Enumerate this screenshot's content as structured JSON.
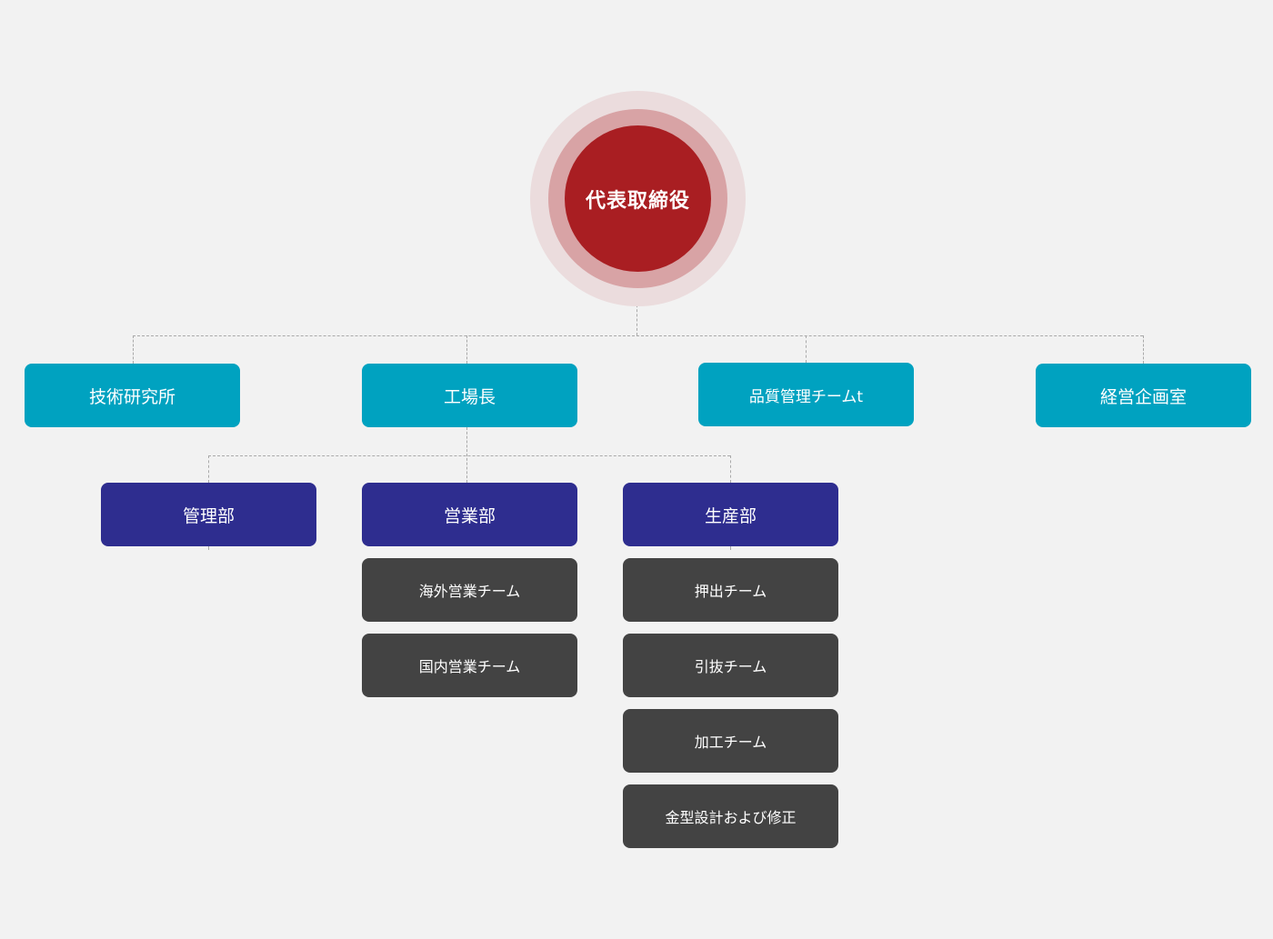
{
  "root": {
    "label": "代表取締役"
  },
  "level1": [
    {
      "label": "技術研究所"
    },
    {
      "label": "工場長"
    },
    {
      "label": "品質管理チームt"
    },
    {
      "label": "経営企画室"
    }
  ],
  "departments": [
    {
      "label": "管理部"
    },
    {
      "label": "営業部",
      "teams": [
        "海外営業チーム",
        "国内営業チーム"
      ]
    },
    {
      "label": "生産部",
      "teams": [
        "押出チーム",
        "引抜チーム",
        "加工チーム",
        "金型設計および修正"
      ]
    }
  ],
  "colors": {
    "background": "#f2f2f2",
    "root": "#a91e22",
    "root_ring_inner": "#d8a3a5",
    "root_ring_outer": "#ebdcdd",
    "level1": "#00a2c0",
    "department": "#2e2d8f",
    "team": "#434343",
    "connector": "#a9a9a9"
  }
}
